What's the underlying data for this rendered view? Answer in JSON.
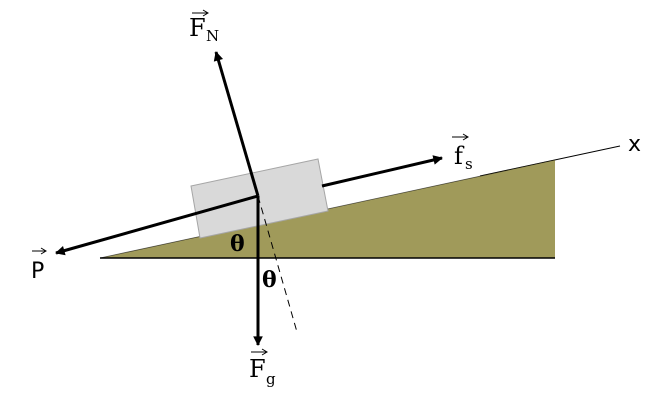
{
  "labels": {
    "normal_force": {
      "main": "F",
      "sub": "N"
    },
    "friction": {
      "main": "f",
      "sub": "s"
    },
    "gravity": {
      "main": "F",
      "sub": "g"
    },
    "push": {
      "main": "P"
    },
    "axis_x": "x",
    "angle_incline": "θ",
    "angle_gravity": "θ"
  },
  "colors": {
    "incline_fill": "#a09a5a",
    "block_fill": "#d9d9d9",
    "block_stroke": "#a6a6a6",
    "arrow": "#000000"
  }
}
